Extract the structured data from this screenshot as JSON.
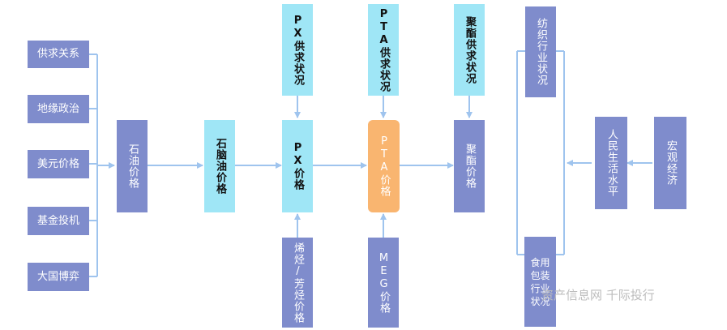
{
  "factors": {
    "supply_demand": "供求关系",
    "geopolitics": "地缘政治",
    "usd_price": "美元价格",
    "fund_speculation": "基金投机",
    "great_power_game": "大国博弈"
  },
  "oil_price": "石油价格",
  "naphtha_price": "石脑油价格",
  "px_supply": "PX供求状况",
  "px_price": "PX价格",
  "olefin_aromatic_price": "烯烃/芳烃价格",
  "pta_supply": "PTA供求状况",
  "pta_price": "PTA价格",
  "meg_price": "MEG价格",
  "polyester_supply": "聚酯供求状况",
  "polyester_price": "聚酯价格",
  "textile_supply": "纺织行业状况",
  "food_packaging": "食用包装行业状况",
  "living_standard": "人民生活水平",
  "macro_economy": "宏观经济",
  "watermark": "资产信息网 千际投行",
  "colors": {
    "purple_box": "#7f8ccc",
    "cyan_box": "#9fe6f6",
    "orange_box": "#f9b570",
    "connector": "#9fc4ee"
  }
}
